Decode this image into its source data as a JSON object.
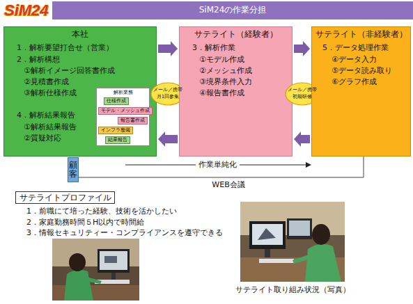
{
  "diagram": {
    "caption": "サテライト取り組み状況（写真）",
    "nodes": [
      {
        "text": [
          "SiM24の作業分担"
        ]
      },
      {
        "text": [
          "本社",
          "1．解析要望打合せ（営業）",
          "2．解析構想",
          "①解析イメージ回答書作成",
          "②見積書作成",
          "③解析仕様作成",
          "4．解析結果報告",
          "①解析結果報告",
          "②質疑対応"
        ]
      },
      {
        "text": [
          "解析業務"
        ],
        "in": 1
      },
      {
        "text": [
          "仕様作成"
        ],
        "in": 2
      },
      {
        "text": [
          "モデル・メッシュ作成"
        ],
        "in": 2
      },
      {
        "text": [
          "報告書作成"
        ],
        "in": 2
      },
      {
        "text": [
          "インフラ整備"
        ],
        "in": 2
      },
      {
        "text": [
          "結果報告"
        ],
        "in": 2
      },
      {
        "text": [
          "メール／携帯",
          "月1回参集"
        ]
      },
      {
        "text": [
          "サテライト（経験者）",
          "3．解析作業",
          "①モデル作成",
          "②メッシュ作成",
          "③境界条件入力",
          "④報告書作成"
        ]
      },
      {
        "text": [
          "メール／携帯",
          "初期研修"
        ]
      },
      {
        "text": [
          "サテライト（非経験者）",
          "5．データ処理作業",
          "④データ入力",
          "⑤データ読み取り",
          "⑥グラフ作成"
        ]
      },
      {
        "text": [
          "顧客"
        ]
      },
      {
        "text": [
          "サテライトプロファイル"
        ]
      }
    ],
    "edges": [
      {
        "from": 1,
        "to": 9,
        "arrow": "to"
      },
      {
        "from": 9,
        "to": 1,
        "arrow": "to"
      },
      {
        "from": 9,
        "to": 11,
        "arrow": "to"
      },
      {
        "from": 11,
        "to": 9,
        "arrow": "to"
      }
    ],
    "labels": [
      "SiM24",
      "作業単純化",
      "WEB会議",
      "1．前職にて培った経験、技術を活かしたい",
      "2．家庭勤務時間５H以内で時間給",
      "3．情報セキュリティー・コンプライアンスを遵守できる"
    ]
  }
}
